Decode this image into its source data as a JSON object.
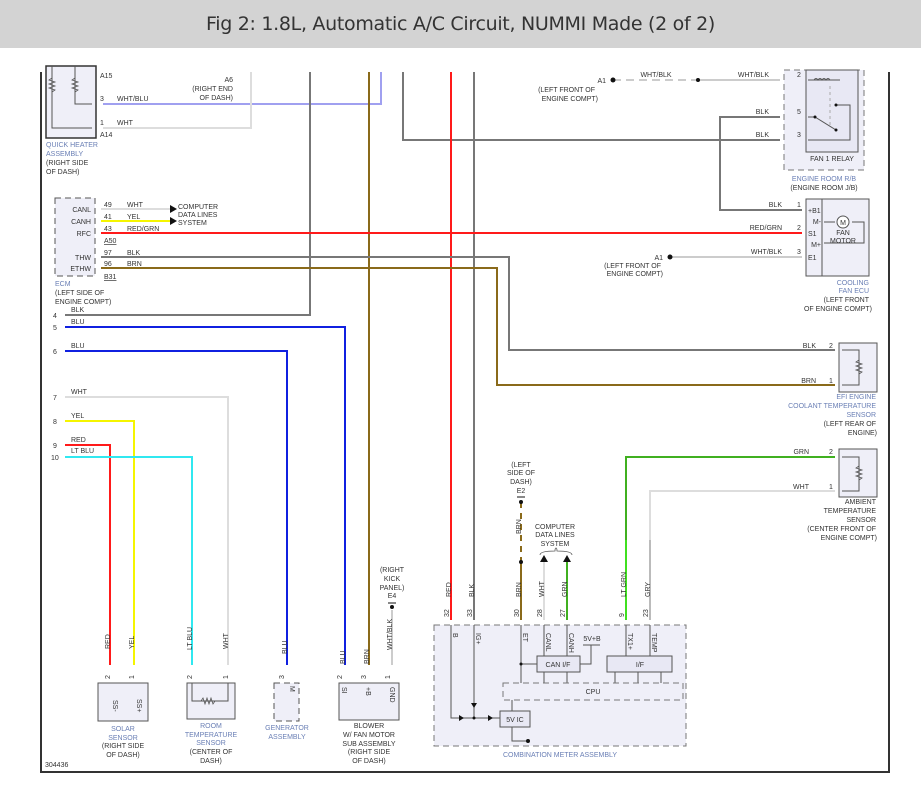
{
  "header": {
    "title": "Fig 2: 1.8L, Automatic A/C Circuit, NUMMI Made (2 of 2)"
  },
  "colors": {
    "red": "#ff1a1a",
    "blk": "#777777",
    "brn": "#8a6a1a",
    "blu": "#1020e0",
    "wht": "#dddddd",
    "yel": "#f5f500",
    "ltblu": "#30e8f0",
    "grn": "#40b020",
    "ltgrn": "#40e020",
    "gry": "#bbbbbb",
    "whtblu": "#a0a0f0",
    "component_fill": "#efeff8",
    "component_label": "#6a7fb5"
  },
  "figure_id": "304436",
  "components": {
    "quick_heater": {
      "name": "QUICK HEATER ASSEMBLY",
      "location": "(RIGHT SIDE OF DASH)",
      "connectors": [
        "A15",
        "A14"
      ],
      "pins": [
        {
          "pin": "3",
          "wire": "WHT/BLU"
        },
        {
          "pin": "1",
          "wire": "WHT"
        }
      ]
    },
    "a6": {
      "id": "A6",
      "location": "(RIGHT END OF DASH)"
    },
    "ecm": {
      "name": "ECM",
      "location": "(LEFT SIDE OF ENGINE COMPT)",
      "connectors": [
        "A50",
        "B31"
      ],
      "pins": [
        {
          "term": "CANL",
          "pin": "49",
          "wire": "WHT"
        },
        {
          "term": "CANH",
          "pin": "41",
          "wire": "YEL"
        },
        {
          "term": "RFC",
          "pin": "43",
          "wire": "RED/GRN"
        },
        {
          "term": "THW",
          "pin": "97",
          "wire": "BLK"
        },
        {
          "term": "ETHW",
          "pin": "96",
          "wire": "BRN"
        }
      ],
      "data_lines": "COMPUTER DATA LINES SYSTEM"
    },
    "left_wires": [
      {
        "num": "4",
        "wire": "BLK"
      },
      {
        "num": "5",
        "wire": "BLU"
      },
      {
        "num": "6",
        "wire": "BLU"
      },
      {
        "num": "7",
        "wire": "WHT"
      },
      {
        "num": "8",
        "wire": "YEL"
      },
      {
        "num": "9",
        "wire": "RED"
      },
      {
        "num": "10",
        "wire": "LT BLU"
      }
    ],
    "engine_room_rb": {
      "name": "ENGINE ROOM R/B",
      "alt": "(ENGINE ROOM J/B)",
      "relay": "FAN 1 RELAY",
      "pins": [
        {
          "pin": "2",
          "wire": "WHT/BLK"
        },
        {
          "pin": "5",
          "wire": "BLK"
        },
        {
          "pin": "3",
          "wire": "BLK"
        }
      ]
    },
    "a1_top": {
      "id": "A1",
      "location": "(LEFT FRONT OF ENGINE COMPT)",
      "wire": "WHT/BLK"
    },
    "cooling_fan_ecu": {
      "name": "COOLING FAN ECU",
      "location": "(LEFT FRONT OF ENGINE COMPT)",
      "motor": "FAN MOTOR",
      "motor_symbol": "M",
      "pins": [
        {
          "pin": "1",
          "term": "+B1",
          "wire": "BLK"
        },
        {
          "pin": "2",
          "term": "S1",
          "wire": "RED/GRN"
        },
        {
          "pin": "3",
          "term": "E1",
          "wire": "WHT/BLK"
        }
      ],
      "internal": [
        "M-",
        "M+"
      ]
    },
    "a1_mid": {
      "id": "A1",
      "location": "(LEFT FRONT OF ENGINE COMPT)"
    },
    "efi_sensor": {
      "name": "EFI ENGINE COOLANT TEMPERATURE SENSOR",
      "location": "(LEFT REAR OF ENGINE)",
      "pins": [
        {
          "pin": "2",
          "wire": "BLK"
        },
        {
          "pin": "1",
          "wire": "BRN"
        }
      ]
    },
    "ambient_sensor": {
      "name": "AMBIENT TEMPERATURE SENSOR",
      "location": "(CENTER FRONT OF ENGINE COMPT)",
      "pins": [
        {
          "pin": "2",
          "wire": "GRN"
        },
        {
          "pin": "1",
          "wire": "WHT"
        }
      ]
    },
    "solar_sensor": {
      "name": "SOLAR SENSOR",
      "location": "(RIGHT SIDE OF DASH)",
      "pins": [
        {
          "pin": "2",
          "term": "SS-",
          "wire": "RED"
        },
        {
          "pin": "1",
          "term": "SS+",
          "wire": "YEL"
        }
      ]
    },
    "room_sensor": {
      "name": "ROOM TEMPERATURE SENSOR",
      "location": "(CENTER OF DASH)",
      "pins": [
        {
          "pin": "2",
          "wire": "LT BLU"
        },
        {
          "pin": "1",
          "wire": "WHT"
        }
      ]
    },
    "generator": {
      "name": "GENERATOR ASSEMBLY",
      "pins": [
        {
          "pin": "3",
          "term": "M",
          "wire": "BLU"
        }
      ]
    },
    "blower": {
      "name": "BLOWER W/ FAN MOTOR SUB ASSEMBLY",
      "location": "(RIGHT SIDE OF DASH)",
      "pins": [
        {
          "pin": "2",
          "term": "SI",
          "wire": "BLU"
        },
        {
          "pin": "3",
          "term": "+B",
          "wire": "BRN"
        },
        {
          "pin": "1",
          "term": "GND",
          "wire": "WHT/BLK"
        }
      ]
    },
    "e4": {
      "id": "E4",
      "location": "(RIGHT KICK PANEL)"
    },
    "e2": {
      "id": "E2",
      "location": "(LEFT SIDE OF DASH)",
      "wire": "BRN"
    },
    "meter_data_lines": "COMPUTER DATA LINES SYSTEM",
    "combination_meter": {
      "name": "COMBINATION METER ASSEMBLY",
      "pins": [
        {
          "pin": "32",
          "term": "B",
          "wire": "RED"
        },
        {
          "pin": "33",
          "term": "IG+",
          "wire": "BLK"
        },
        {
          "pin": "30",
          "term": "ET",
          "wire": "BRN"
        },
        {
          "pin": "28",
          "term": "CANL",
          "wire": "WHT"
        },
        {
          "pin": "27",
          "term": "CANH",
          "wire": "GRN"
        },
        {
          "pin": "9",
          "term": "TX1+",
          "wire": "LT GRN"
        },
        {
          "pin": "23",
          "term": "TEMP",
          "wire": "GRY"
        }
      ],
      "blocks": {
        "can_if": "CAN I/F",
        "if": "I/F",
        "cpu": "CPU",
        "ic": "5V IC",
        "supply": "5V+B"
      }
    }
  }
}
